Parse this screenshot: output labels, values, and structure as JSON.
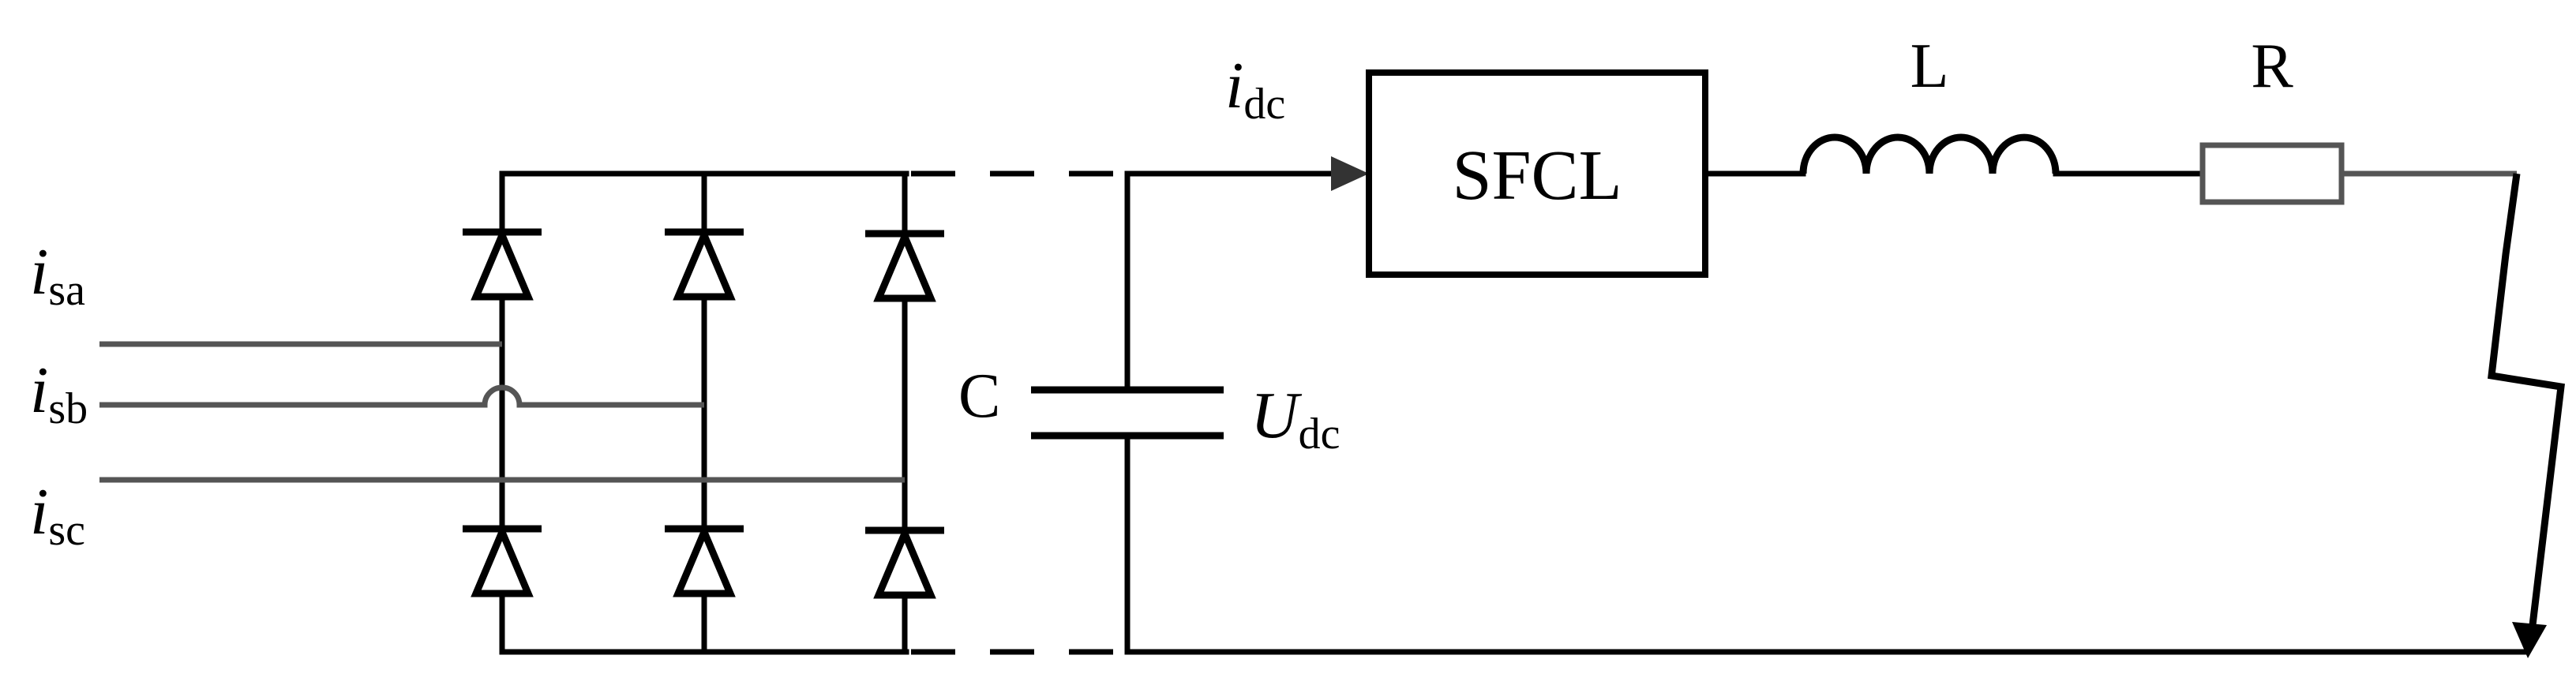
{
  "labels": {
    "isa": {
      "main": "i",
      "sub": "sa"
    },
    "isb": {
      "main": "i",
      "sub": "sb"
    },
    "isc": {
      "main": "i",
      "sub": "sc"
    },
    "idc": {
      "main": "i",
      "sub": "dc"
    },
    "capacitor": "C",
    "udc": {
      "main": "U",
      "sub": "dc"
    },
    "sfcl": "SFCL",
    "inductor": "L",
    "resistor": "R"
  }
}
